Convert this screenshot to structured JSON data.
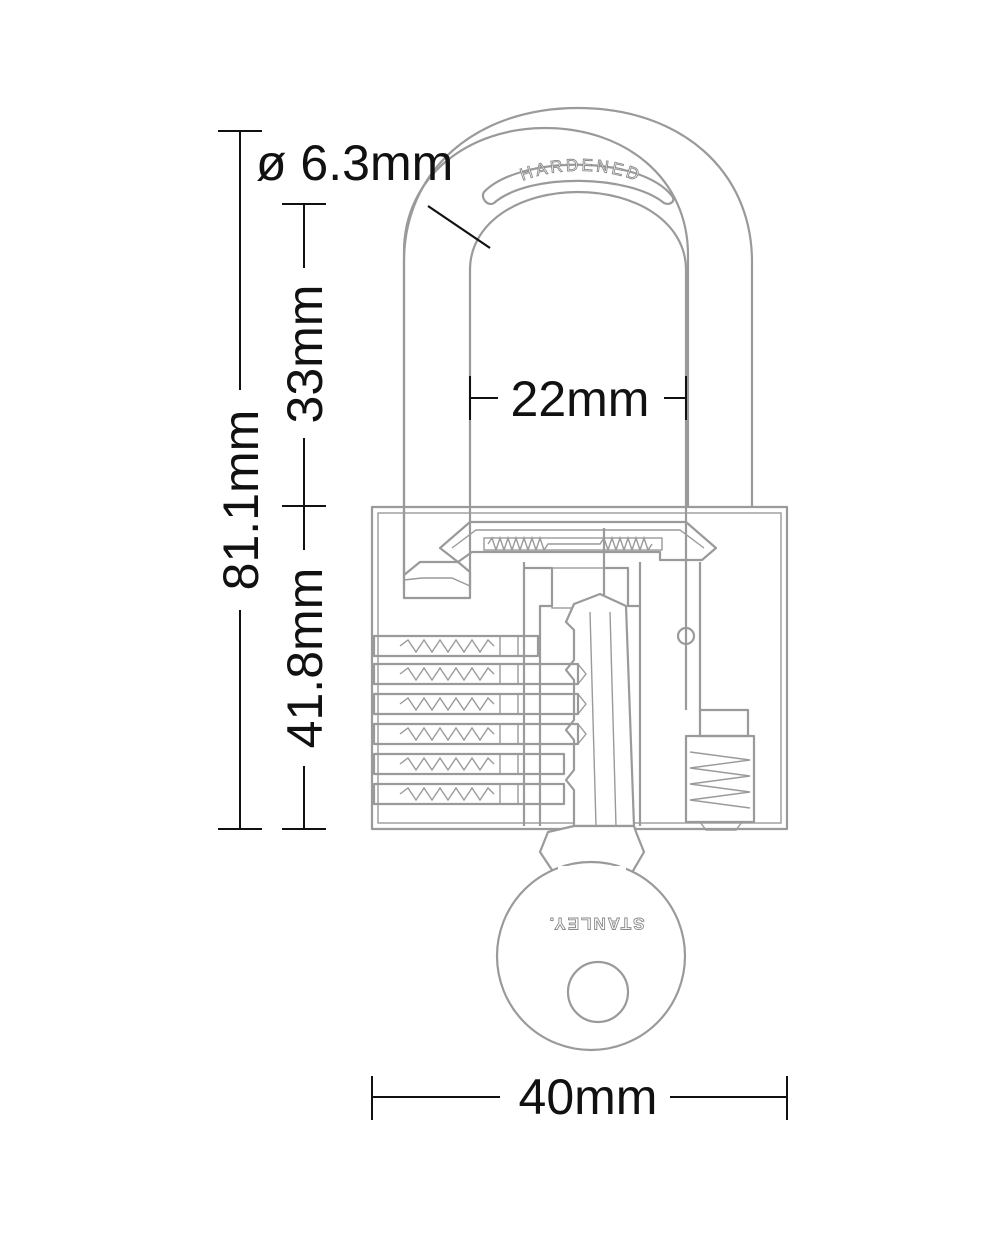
{
  "dimensions": {
    "shackle_diameter": "ø 6.3mm",
    "total_height": "81.1mm",
    "shackle_clearance": "33mm",
    "body_height": "41.8mm",
    "shackle_width": "22mm",
    "body_width": "40mm"
  },
  "engravings": {
    "shackle": "HARDENED",
    "key": "STANLEY."
  },
  "colors": {
    "outline": "#9a9a9a",
    "dimension_lines": "#111111",
    "background": "#ffffff"
  }
}
